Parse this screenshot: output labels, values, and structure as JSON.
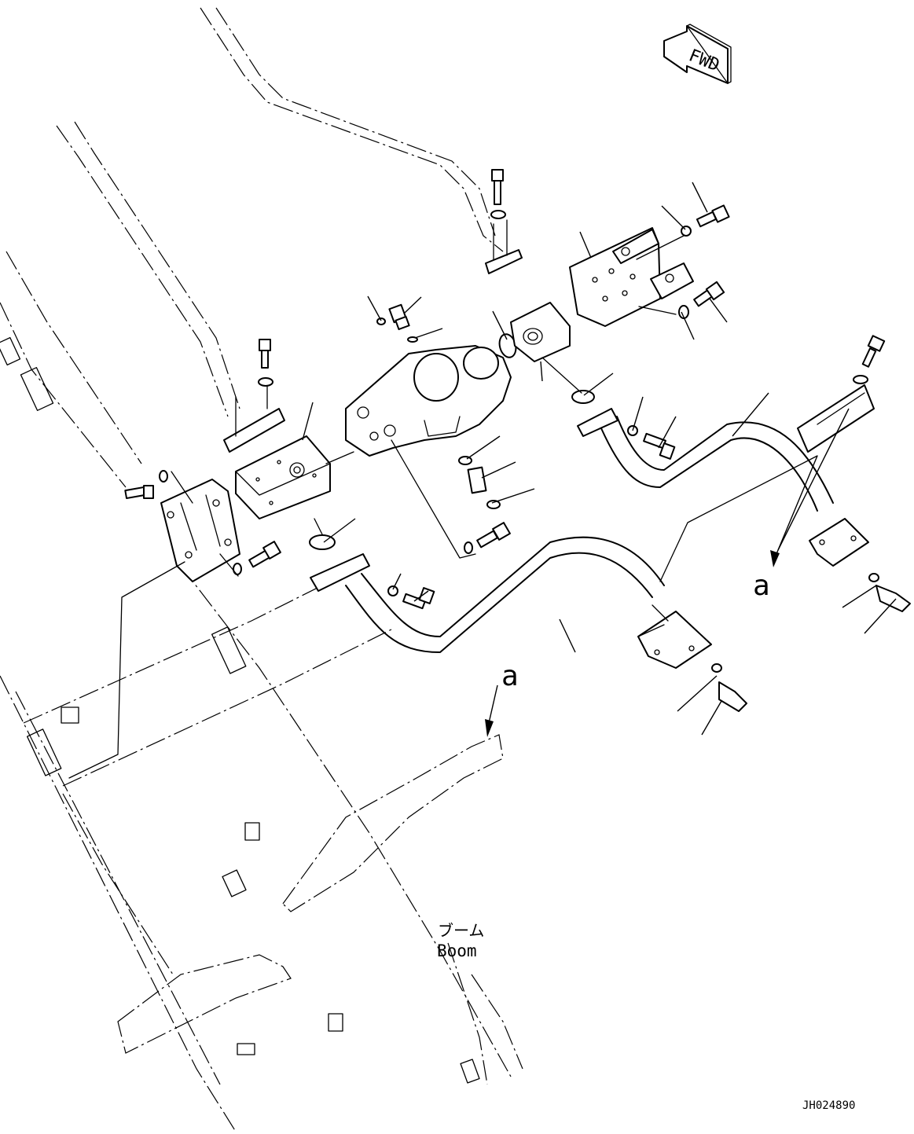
{
  "drawing": {
    "fwd_label": "FWD",
    "view_marker": "a",
    "boom_label_jp": "ブーム",
    "boom_label_en": "Boom",
    "drawing_number": "JH024890"
  }
}
